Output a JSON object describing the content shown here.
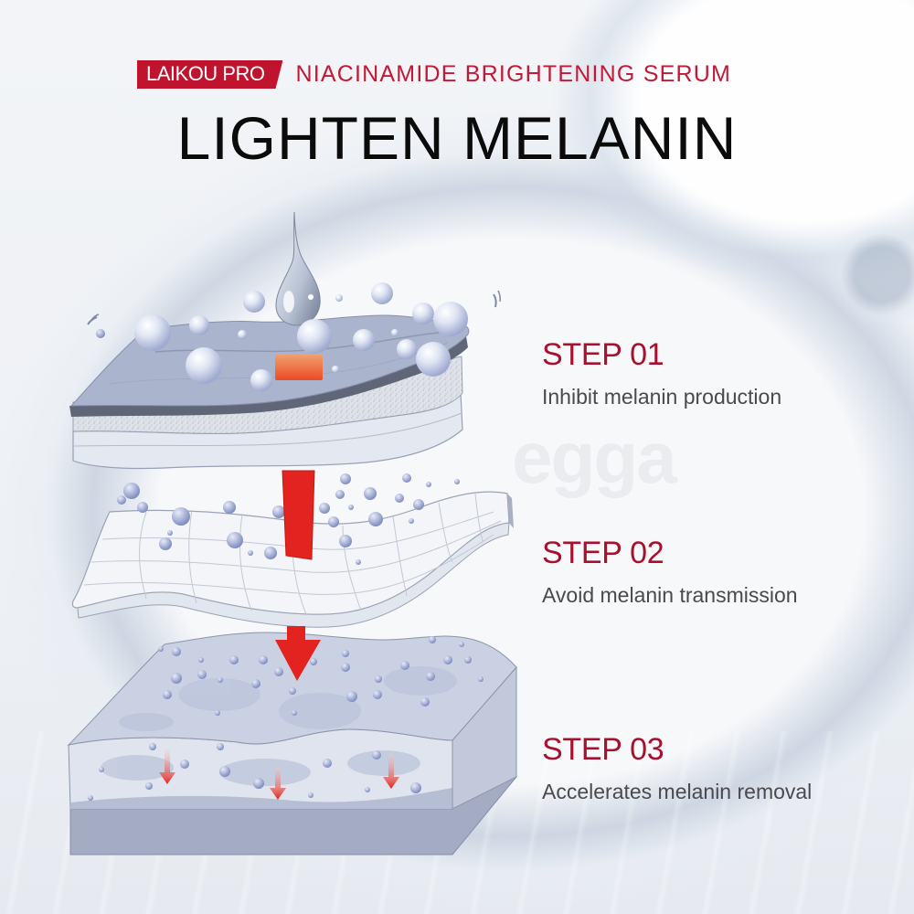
{
  "header": {
    "brand_badge": "LAIKOU PRO",
    "product_name": "NIACINAMIDE BRIGHTENING SERUM",
    "title": "LIGHTEN MELANIN"
  },
  "steps": [
    {
      "label": "STEP 01",
      "description": "Inhibit melanin production"
    },
    {
      "label": "STEP 02",
      "description": "Avoid melanin transmission"
    },
    {
      "label": "STEP 03",
      "description": "Accelerates melanin removal"
    }
  ],
  "illustration": {
    "icons": [
      "serum-drop-icon",
      "skin-layer-epidermis",
      "skin-layer-basal-mesh",
      "skin-layer-dermis-block",
      "melanin-patch",
      "red-arrow-down"
    ]
  },
  "watermark": "egga",
  "colors": {
    "brand_red": "#c0142e",
    "step_label": "#a8102e",
    "step_desc": "#4a4a4e",
    "title": "#0b0b0b",
    "arrow_red": "#e3231f",
    "layer_blue": "#aeb8d0",
    "bubble": "#c9d3ea"
  }
}
